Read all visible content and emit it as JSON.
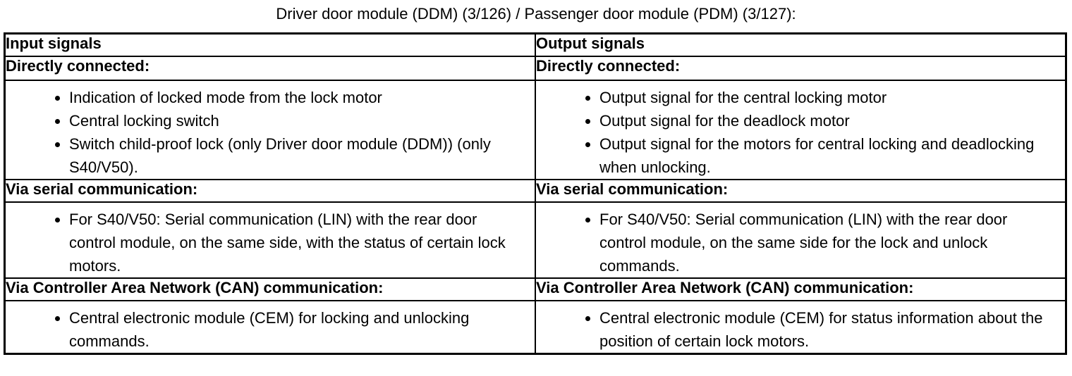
{
  "page": {
    "title": "Driver door module (DDM) (3/126) / Passenger door module (PDM) (3/127):"
  },
  "table": {
    "columns": [
      {
        "header": "Input signals"
      },
      {
        "header": "Output signals"
      }
    ],
    "sections": [
      {
        "headings": [
          "Directly connected:",
          "Directly connected:"
        ],
        "bullets": [
          [
            "Indication of locked mode from the lock motor",
            "Central locking switch",
            "Switch child-proof lock (only Driver door module (DDM)) (only S40/V50)."
          ],
          [
            "Output signal for the central locking motor",
            "Output signal for the deadlock motor",
            "Output signal for the motors for central locking and deadlocking when unlocking."
          ]
        ]
      },
      {
        "headings": [
          "Via serial communication:",
          "Via serial communication:"
        ],
        "bullets": [
          [
            "For S40/V50: Serial communication (LIN) with the rear door control module, on the same side, with the status of certain lock motors."
          ],
          [
            "For S40/V50: Serial communication (LIN) with the rear door control module, on the same side for the lock and unlock commands."
          ]
        ]
      },
      {
        "headings": [
          "Via Controller Area Network (CAN) communication:",
          "Via Controller Area Network (CAN) communication:"
        ],
        "bullets": [
          [
            "Central electronic module (CEM) for locking and unlocking commands."
          ],
          [
            "Central electronic module (CEM) for status information about the position of certain lock motors."
          ]
        ]
      }
    ]
  }
}
